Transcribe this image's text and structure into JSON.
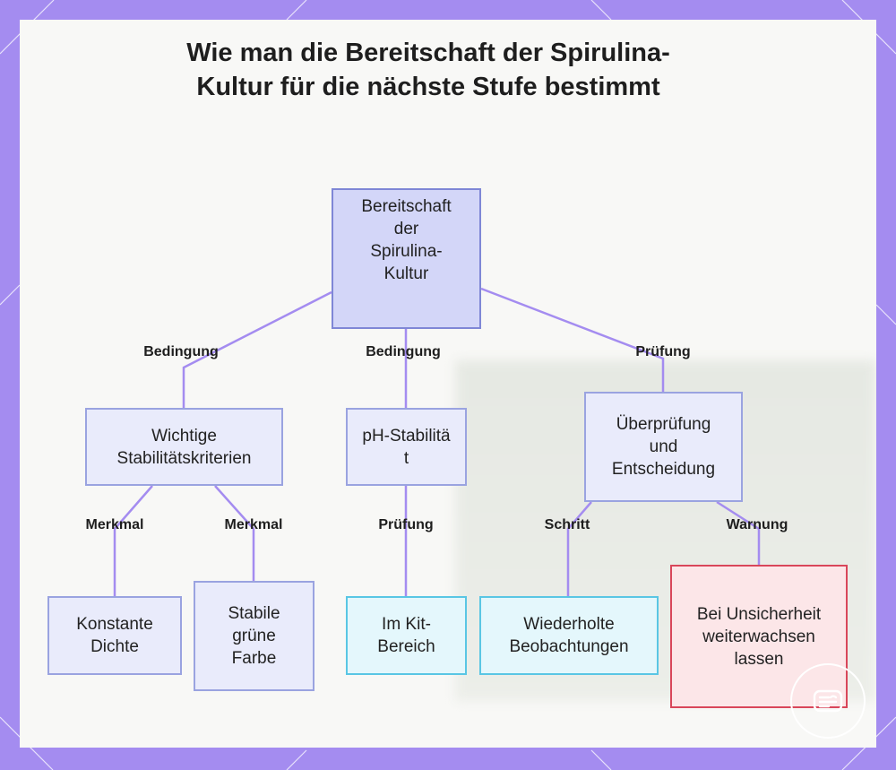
{
  "title": "Wie man die Bereitschaft der Spirulina-Kultur für die nächste Stufe bestimmt",
  "colors": {
    "frame": "#a48cf0",
    "connector": "#a48cf0",
    "node_lavender": "#e9ebfb",
    "node_root": "#d3d6f8",
    "node_cyan": "#e4f7fc",
    "node_red": "#fce6e8"
  },
  "nodes": {
    "root": "Bereitschaft der Spirulina-Kultur",
    "criteria": "Wichtige Stabilitätskriterien",
    "ph": "pH-Stabilität",
    "review": "Überprüfung und Entscheidung",
    "density": "Konstante Dichte",
    "green": "Stabile grüne Farbe",
    "kit_range": "Im Kit-Bereich",
    "repeat_obs": "Wiederholte Beobachtungen",
    "keep_growing": "Bei Unsicherheit weiterwachsen lassen"
  },
  "edges": {
    "root_criteria": "Bedingung",
    "root_ph": "Bedingung",
    "root_review": "Prüfung",
    "criteria_density": "Merkmal",
    "criteria_green": "Merkmal",
    "ph_kit": "Prüfung",
    "review_repeat": "Schritt",
    "review_keep": "Warnung"
  },
  "logo_icon": "brand-logo-icon"
}
